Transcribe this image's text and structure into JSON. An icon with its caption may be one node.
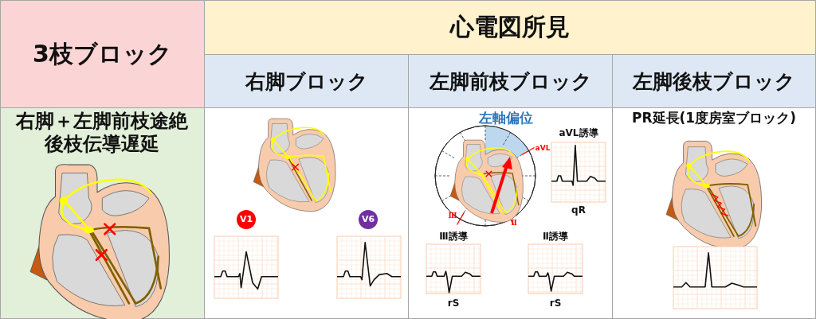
{
  "diagram": {
    "labels": [
      "3枝ブロック",
      "心電図所見",
      "右脚ブロック",
      "左脚前枝ブロック",
      "左脚後枝ブロック",
      "右脚＋左脚前枝途絶後枝伝導遅延",
      "V1",
      "V6",
      "左軸偏位",
      "aVL",
      "Ⅲ",
      "Ⅱ",
      "aVL誘導",
      "qR",
      "Ⅲ誘導",
      "rS",
      "Ⅱ誘導",
      "rS",
      "PR延長(1度房室ブロック)"
    ]
  }
}
